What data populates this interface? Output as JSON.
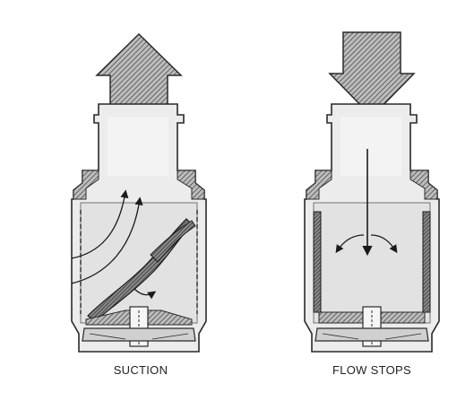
{
  "panels": [
    {
      "caption": "SUCTION",
      "state": "open",
      "arrow_direction": "up"
    },
    {
      "caption": "FLOW STOPS",
      "state": "closed",
      "arrow_direction": "down"
    }
  ],
  "colors": {
    "ink": "#2a2a2a",
    "fill": "#e6e6e6",
    "hatch": "#555555",
    "arrow_fill": "#9a9a9a"
  }
}
